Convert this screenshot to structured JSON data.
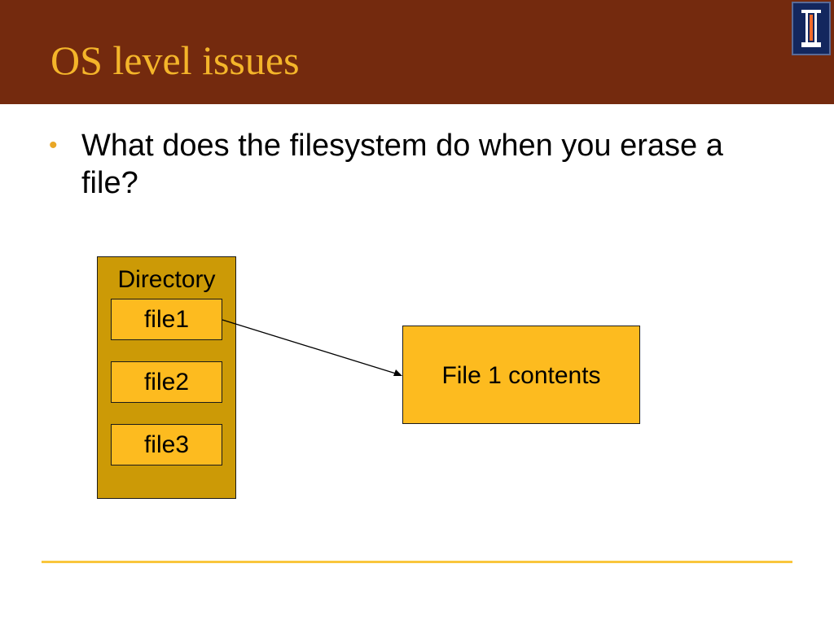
{
  "slide": {
    "title": "OS level issues",
    "bullet": "What does the filesystem do when you erase a file?"
  },
  "diagram": {
    "directory_label": "Directory",
    "files": [
      "file1",
      "file2",
      "file3"
    ],
    "contents_label": "File 1 contents",
    "pointer": {
      "from": "file1",
      "to": "File 1 contents"
    }
  },
  "colors": {
    "header_bg": "#742a0e",
    "title_text": "#f4b52a",
    "directory_fill": "#cc9a06",
    "box_fill": "#fdbb1f",
    "bullet_dot": "#e9a726",
    "rule": "#f9c63c",
    "logo_bg": "#13275e"
  },
  "icons": {
    "logo": "university-column-logo-icon",
    "bullet": "bullet-dot-icon"
  }
}
